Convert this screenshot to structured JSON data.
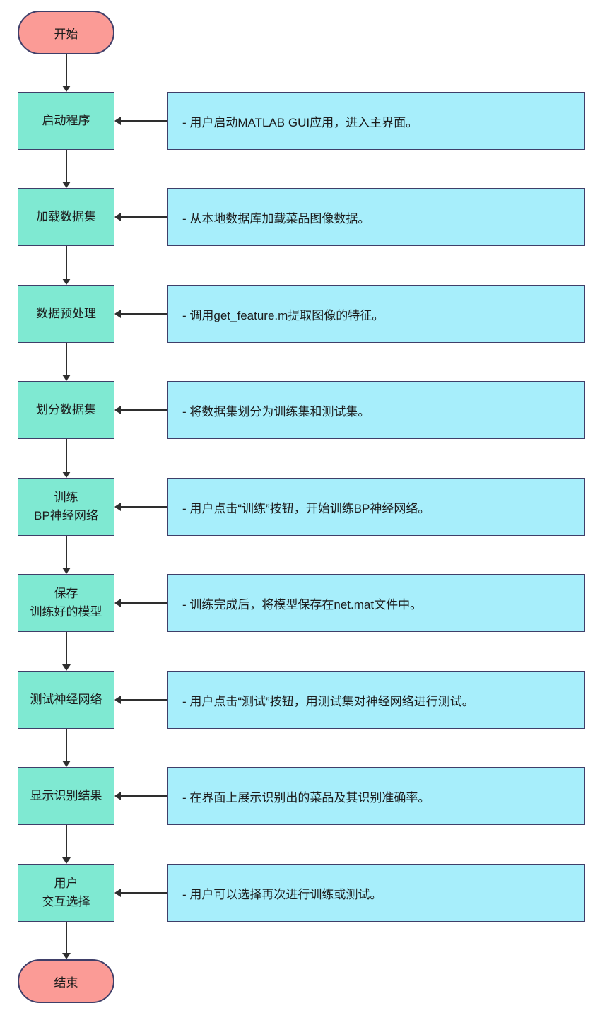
{
  "flowchart": {
    "start_label": "开始",
    "end_label": "结束",
    "steps": [
      {
        "label": "启动程序",
        "note": "- 用户启动MATLAB GUI应用，进入主界面。"
      },
      {
        "label": "加载数据集",
        "note": "- 从本地数据库加载菜品图像数据。"
      },
      {
        "label": "数据预处理",
        "note": "- 调用get_feature.m提取图像的特征。"
      },
      {
        "label": "划分数据集",
        "note": "- 将数据集划分为训练集和测试集。"
      },
      {
        "label": "训练\nBP神经网络",
        "note": "- 用户点击“训练”按钮，开始训练BP神经网络。"
      },
      {
        "label": "保存\n训练好的模型",
        "note": "- 训练完成后，将模型保存在net.mat文件中。"
      },
      {
        "label": "测试神经网络",
        "note": "- 用户点击“测试”按钮，用测试集对神经网络进行测试。"
      },
      {
        "label": "显示识别结果",
        "note": "- 在界面上展示识别出的菜品及其识别准确率。"
      },
      {
        "label": "用户\n交互选择",
        "note": "- 用户可以选择再次进行训练或测试。"
      }
    ],
    "colors": {
      "terminal_fill": "#fb9b96",
      "process_fill": "#7fe9d2",
      "note_fill": "#a7eefb",
      "border": "#3f3f69",
      "arrow": "#2e2e2e"
    }
  }
}
